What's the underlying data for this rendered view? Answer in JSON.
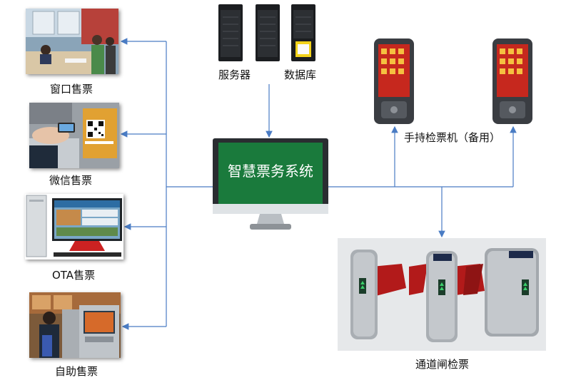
{
  "left_channels": [
    {
      "label": "窗口售票",
      "icon": "ticket-window-photo"
    },
    {
      "label": "微信售票",
      "icon": "wechat-qr-photo"
    },
    {
      "label": "OTA售票",
      "icon": "ota-computer-photo"
    },
    {
      "label": "自助售票",
      "icon": "self-service-kiosk-photo"
    }
  ],
  "server_label": "服务器",
  "database_label": "数据库",
  "central_system_label": "智慧票务系统",
  "handheld_label": "手持检票机（备用）",
  "gate_label": "通道闸检票",
  "colors": {
    "arrow": "#4a7cc4",
    "screen": "#1a7a3c",
    "gate_flap": "#b21a1a"
  }
}
